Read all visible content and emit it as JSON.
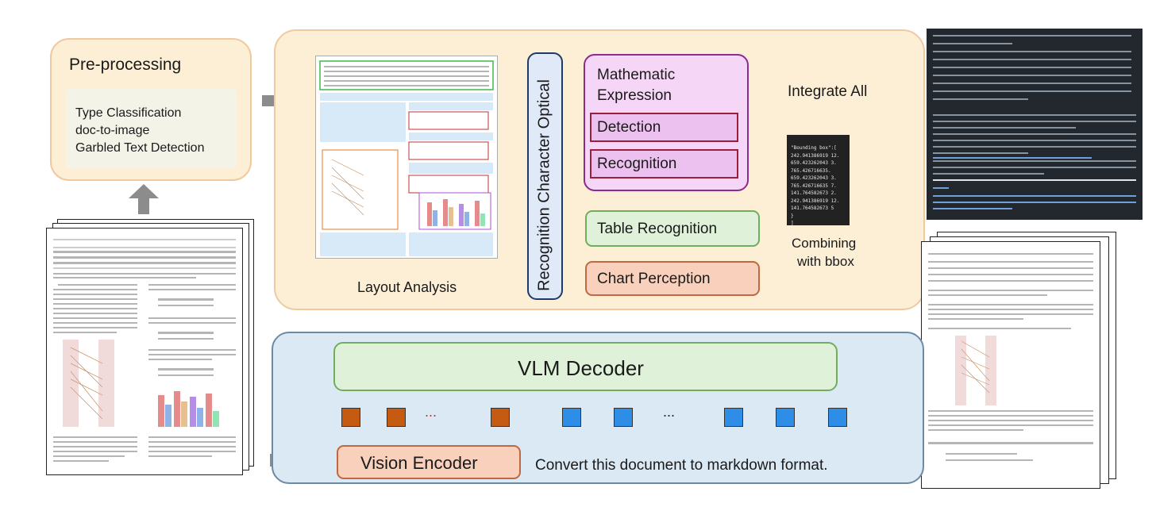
{
  "preprocessing": {
    "title": "Pre-processing",
    "items": [
      "Type Classification",
      "doc-to-image",
      "Garbled Text Detection"
    ]
  },
  "layout_analysis": {
    "label": "Layout Analysis"
  },
  "ocr": {
    "label": "Recognition Character Optical"
  },
  "math": {
    "title_line1": "Mathematic",
    "title_line2": "Expression",
    "detection": "Detection",
    "recognition": "Recognition"
  },
  "table": {
    "label": "Table Recognition"
  },
  "chart": {
    "label": "Chart Perception"
  },
  "integrate": {
    "label": "Integrate All"
  },
  "bbox": {
    "caption_line1": "Combining",
    "caption_line2": "with bbox",
    "code": "\"Bounding box\":[\n242.941386919 12.\n659.423262043 3.\n765.426716635.\n659.423262043 3.\n765.426716635 7.\n141.764582673 2.\n242.941386919 12.\n141.764582673 5\n}\n]"
  },
  "vlm": {
    "decoder": "VLM Decoder",
    "encoder": "Vision Encoder",
    "prompt": "Convert this document to markdown format.",
    "ellipsis_1": "...",
    "ellipsis_2": "..."
  },
  "colors": {
    "panel_fill": "#fcefd6",
    "panel_border": "#f0c9a0",
    "math_fill": "#f6d6f7",
    "math_border": "#8a2b8e",
    "table_fill": "#dff2d9",
    "chart_fill": "#f8d0bc",
    "vlm_fill": "#dbe9f5",
    "token_orange": "#c55a11",
    "token_blue": "#2e8de6",
    "arrow_gray": "#8c8c8c"
  }
}
